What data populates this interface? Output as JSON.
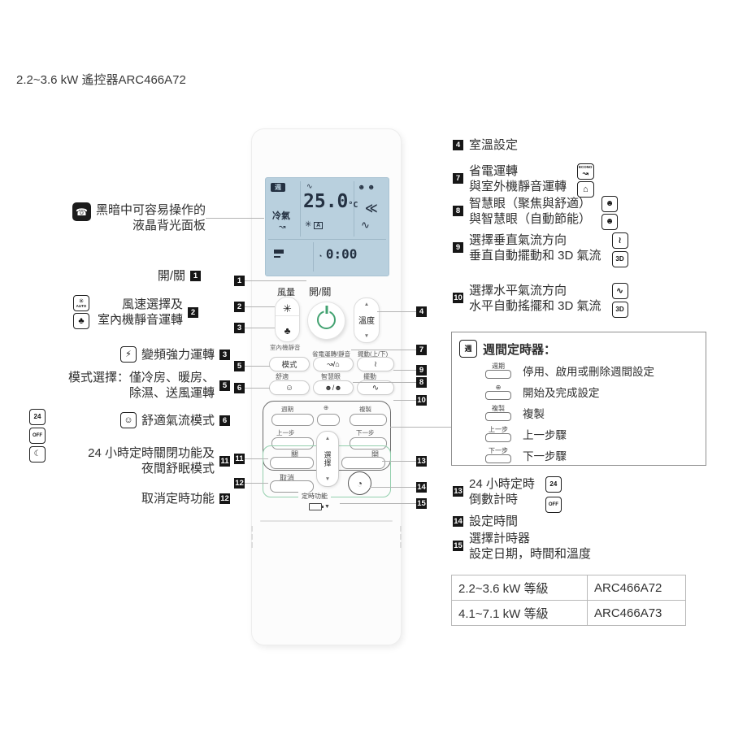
{
  "title": "2.2~3.6 kW 遙控器ARC466A72",
  "remote": {
    "lcd": {
      "week_badge": "週",
      "mode": "冷氣",
      "econo_curve": "↝",
      "swing_small": "∿",
      "temp": "25.0",
      "temp_unit": "°C",
      "fan_icon": "✳",
      "fan_auto": "A",
      "eye_icons": "☻ ☻",
      "flow_arrows": "≪",
      "swing_arc": "∿",
      "clock_icon": "◔",
      "time": "0:00"
    },
    "fan_label": "風量",
    "fan_icon": "✳",
    "quiet_icon": "♣",
    "indoor_quiet_label": "室內機靜音",
    "power_label": "開/關",
    "temp_label": "溫度",
    "up_arrow": "▲",
    "down_arrow": "▼",
    "econo_row_label": "省電運轉/靜音",
    "vswing_row_label": "擺動(上/下)",
    "mode_button": "模式",
    "econo_icons": "↝/⌂",
    "vswing_icon": "≀",
    "comfort_label": "舒適",
    "eye_label": "智慧眼",
    "hswing_label": "擺動",
    "comfort_icon": "☺",
    "eye_btn_icons": "☻/☻",
    "hswing_icon": "∿",
    "weekly": {
      "period_label": "週期",
      "program_label": "⊕",
      "copy_label": "複製",
      "back_label": "上一步",
      "next_label": "下一步"
    },
    "select_label": "選擇",
    "off_label": "關",
    "on_label": "開",
    "cancel_label": "取消",
    "clock_icon": "◔",
    "timer_group_label": "定時功能"
  },
  "labels_left": {
    "backlight": {
      "icon": "☎",
      "line1": "黑暗中可容易操作的",
      "line2": "液晶背光面板"
    },
    "power": {
      "num": "1",
      "text": "開/關"
    },
    "fan": {
      "num": "2",
      "line1": "風速選擇及",
      "line2": "室內機靜音運轉",
      "icon1": "✳",
      "icon1_sub": "AUTO",
      "icon2": "♣"
    },
    "powerful": {
      "num": "3",
      "text": "變頻強力運轉",
      "icon": "⚡"
    },
    "mode": {
      "num": "5",
      "line1": "模式選擇：僅冷房、暖房、",
      "line2": "除濕、送風運轉"
    },
    "comfort": {
      "num": "6",
      "text": "舒適氣流模式",
      "icon": "☺"
    },
    "offtimer": {
      "num": "11",
      "line1": "24 小時定時關閉功能及",
      "line2": "夜間舒眠模式",
      "icon1": "24",
      "icon2": "OFF",
      "icon3": "☾"
    },
    "cancel": {
      "num": "12",
      "text": "取消定時功能"
    }
  },
  "labels_right": {
    "temp": {
      "num": "4",
      "text": "室溫設定"
    },
    "econo": {
      "num": "7",
      "line1": "省電運轉",
      "line2": "與室外機靜音運轉",
      "icon1": "↝",
      "icon1_sub": "ECONO",
      "icon2": "⌂"
    },
    "eye": {
      "num": "8",
      "line1": "智慧眼（聚焦與舒適）",
      "line2": "與智慧眼（自動節能）",
      "icon1": "☻",
      "icon2": "☻"
    },
    "vswing": {
      "num": "9",
      "line1": "選擇垂直氣流方向",
      "line2": "垂直自動擺動和 3D 氣流",
      "icon1": "≀",
      "icon2": "3D"
    },
    "hswing": {
      "num": "10",
      "line1": "選擇水平氣流方向",
      "line2": "水平自動搖擺和 3D 氣流",
      "icon1": "∿",
      "icon2": "3D"
    },
    "timer24": {
      "num": "13",
      "line1": "24 小時定時",
      "line2": "倒數計時",
      "icon1": "24",
      "icon2": "OFF"
    },
    "settime": {
      "num": "14",
      "text": "設定時間"
    },
    "selecttimer": {
      "num": "15",
      "line1": "選擇計時器",
      "line2": "設定日期，時間和溫度"
    }
  },
  "weekly_box": {
    "icon": "週",
    "title": "週間定時器：",
    "items": [
      {
        "btn": "週期",
        "text": "停用、啟用或刪除週間設定"
      },
      {
        "btn": "⊕",
        "text": "開始及完成設定"
      },
      {
        "btn": "複製",
        "text": "複製"
      },
      {
        "btn": "上一步",
        "text": "上一步驟"
      },
      {
        "btn": "下一步",
        "text": "下一步驟"
      }
    ]
  },
  "table": {
    "rows": [
      {
        "class": "2.2~3.6 kW 等級",
        "model": "ARC466A72"
      },
      {
        "class": "4.1~7.1 kW 等級",
        "model": "ARC466A73"
      }
    ]
  }
}
